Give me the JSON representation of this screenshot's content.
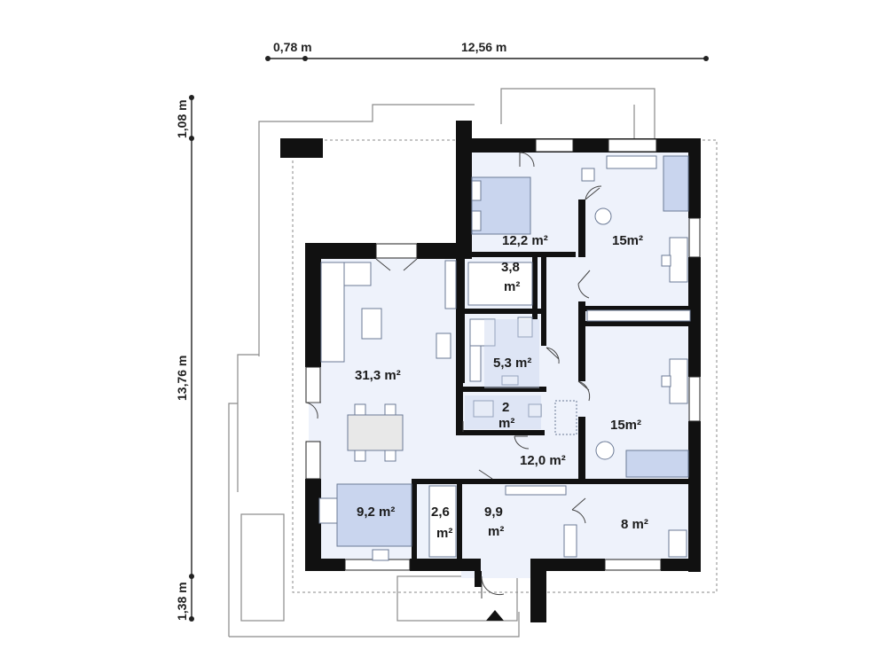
{
  "dimensions": {
    "top_left": "0,78 m",
    "top_main": "12,56 m",
    "left_top": "1,08 m",
    "left_main": "13,76 m",
    "left_bottom": "1,38 m"
  },
  "rooms": {
    "bedroom_top": {
      "area": "12,2 m²"
    },
    "bedroom_ne": {
      "area": "15m²"
    },
    "storage_small": {
      "line1": "3,8",
      "line2": "m²"
    },
    "bathroom": {
      "area": "5,3 m²"
    },
    "living": {
      "area": "31,3 m²"
    },
    "wc": {
      "line1": "2",
      "line2": "m²"
    },
    "bedroom_se": {
      "area": "15m²"
    },
    "hall": {
      "area": "12,0 m²"
    },
    "kitchen": {
      "area": "9,2 m²"
    },
    "pantry": {
      "line1": "2,6",
      "line2": "m²"
    },
    "entrance": {
      "line1": "9,9",
      "line2": "m²"
    },
    "office": {
      "area": "8 m²"
    }
  },
  "colors": {
    "wall": "#111111",
    "floor": "#eef2fb",
    "furniture_fill": "#c9d5ee",
    "outline": "#8a8a8a"
  }
}
